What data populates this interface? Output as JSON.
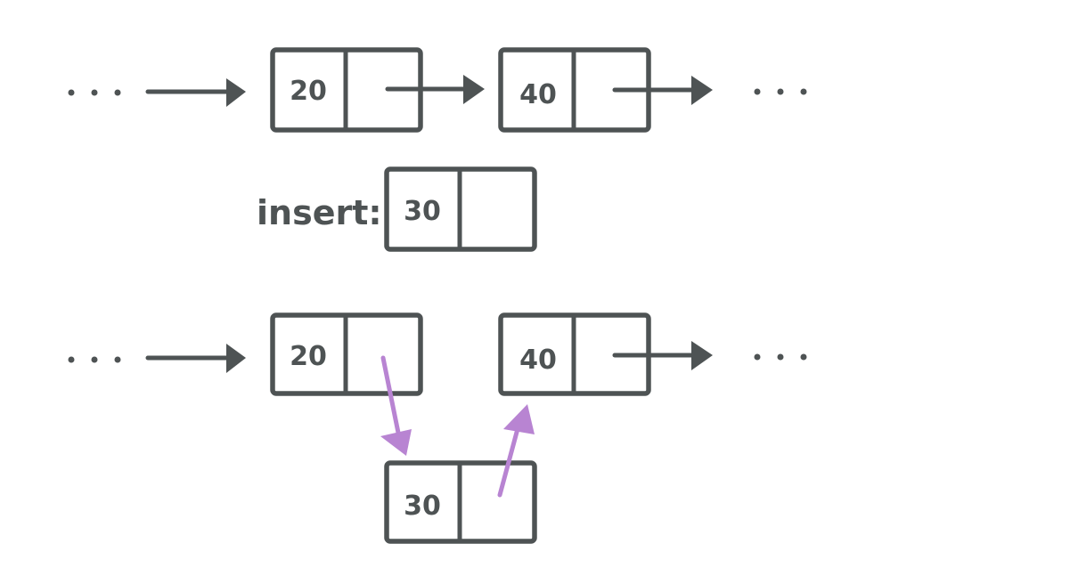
{
  "colors": {
    "ink": "#4e5354",
    "highlight": "#b884d2",
    "background": "#ffffff"
  },
  "ellipsis": "...",
  "before": {
    "nodes": [
      {
        "value": "20"
      },
      {
        "value": "40"
      }
    ]
  },
  "insert": {
    "label": "insert:",
    "node": {
      "value": "30"
    }
  },
  "after": {
    "nodes": [
      {
        "value": "20"
      },
      {
        "value": "40"
      }
    ],
    "inserted_node": {
      "value": "30"
    }
  }
}
